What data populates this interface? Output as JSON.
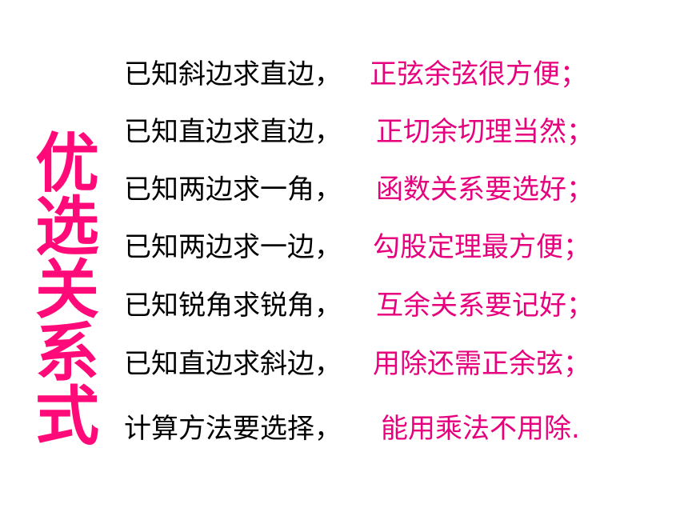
{
  "side_title": [
    "优",
    "选",
    "关",
    "系",
    "式"
  ],
  "lines": [
    {
      "left": "已知斜边求直边，",
      "right": "正弦余弦很方便；"
    },
    {
      "left": "已知直边求直边，",
      "right": "正切余切理当然；"
    },
    {
      "left": "已知两边求一角，",
      "right": "函数关系要选好；"
    },
    {
      "left": "已知两边求一边，",
      "right": "勾股定理最方便；"
    },
    {
      "left": "已知锐角求锐角，",
      "right": "互余关系要记好；"
    },
    {
      "left": "已知直边求斜边，",
      "right": "用除还需正余弦；"
    },
    {
      "left": "计算方法要选择，",
      "right": "能用乘法不用除."
    }
  ],
  "colors": {
    "title": "#ff0a78",
    "left_text": "#000000",
    "right_text": "#e6007e"
  }
}
